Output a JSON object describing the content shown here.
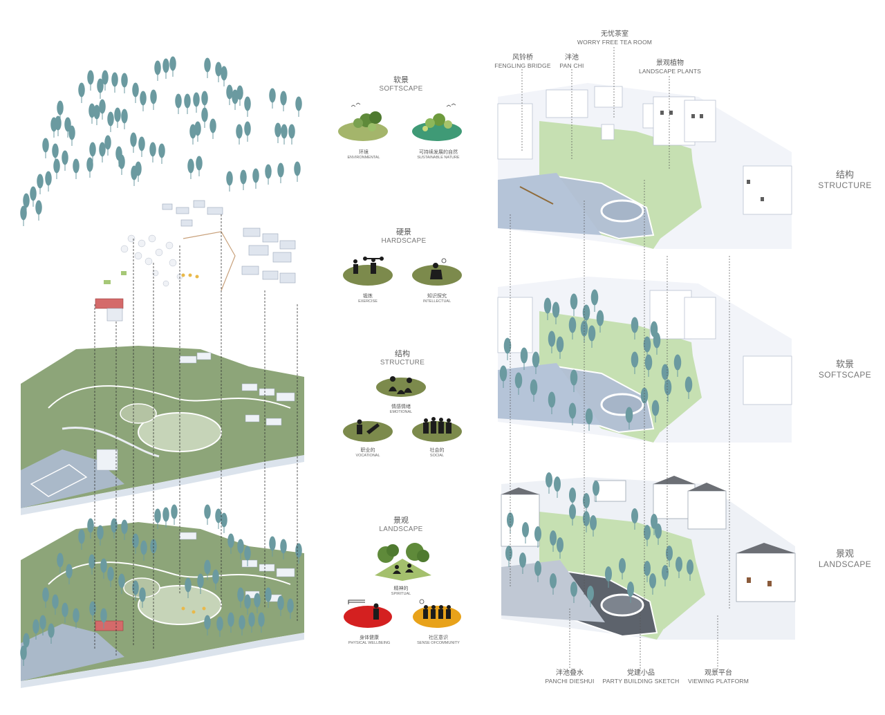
{
  "middle": {
    "softscape": {
      "cn": "软景",
      "en": "SOFTSCAPE",
      "items": [
        {
          "cn": "环境",
          "en": "ENVIRONMENTAL"
        },
        {
          "cn": "可持续发展的自然",
          "en": "SUSTAINABLE NATURE"
        }
      ]
    },
    "hardscape": {
      "cn": "硬景",
      "en": "HARDSCAPE",
      "items": [
        {
          "cn": "锻炼",
          "en": "EXERCISE"
        },
        {
          "cn": "知识探究",
          "en": "INTELLECTUAL"
        }
      ]
    },
    "structure": {
      "cn": "结构",
      "en": "STRUCTURE",
      "items": [
        {
          "cn": "情感情绪",
          "en": "EMOTIONAL"
        },
        {
          "cn": "职业的",
          "en": "VOCATIONAL"
        },
        {
          "cn": "社会的",
          "en": "SOCIAL"
        }
      ]
    },
    "landscape": {
      "cn": "景观",
      "en": "LANDSCAPE",
      "items": [
        {
          "cn": "精神的",
          "en": "SPIRITUAL"
        },
        {
          "cn": "身体健康",
          "en": "PHYSICAL WELLBEING"
        },
        {
          "cn": "社区意识",
          "en": "SENSE OFCOMMUNITY"
        }
      ]
    }
  },
  "right": {
    "top_labels": [
      {
        "cn": "无忧茶室",
        "en": "WORRY FREE TEA ROOM"
      },
      {
        "cn": "风铃桥",
        "en": "FENGLING BRIDGE"
      },
      {
        "cn": "泮池",
        "en": "PAN  CHI"
      },
      {
        "cn": "景观植物",
        "en": "LANDSCAPE PLANTS"
      }
    ],
    "bottom_labels": [
      {
        "cn": "泮池叠水",
        "en": "PANCHI  DIESHUI"
      },
      {
        "cn": "党建小品",
        "en": "PARTY BUILDING SKETCH"
      },
      {
        "cn": "观景平台",
        "en": "VIEWING  PLATFORM"
      }
    ],
    "layers": [
      {
        "cn": "结构",
        "en": "STRUCTURE"
      },
      {
        "cn": "软景",
        "en": "SOFTSCAPE"
      },
      {
        "cn": "景观",
        "en": "LANDSCAPE"
      }
    ]
  },
  "colors": {
    "tree": "#6b9aa0",
    "grass": "#c8e2b4",
    "olive": "#8d9a58",
    "water": "#b7c6d8",
    "red": "#d42020",
    "orange": "#e8a21a",
    "building": "#ffffff"
  }
}
